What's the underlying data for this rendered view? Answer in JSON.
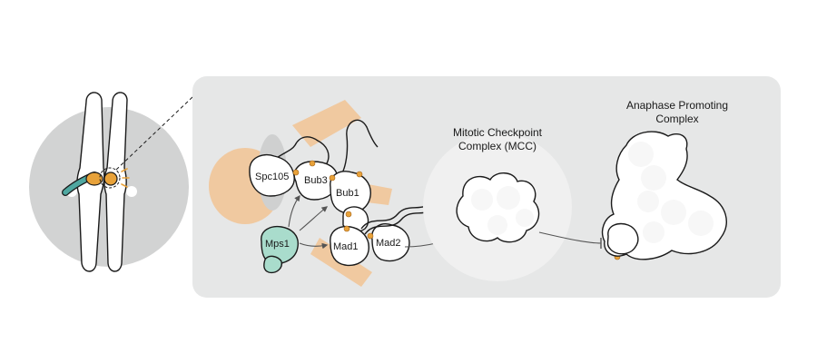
{
  "labels": {
    "spc105": "Spc105",
    "bub3": "Bub3",
    "bub1": "Bub1",
    "mps1": "Mps1",
    "mad1": "Mad1",
    "mad2": "Mad2",
    "mcc_line1": "Mitotic Checkpoint",
    "mcc_line2": "Complex (MCC)",
    "apc_line1": "Anaphase Promoting",
    "apc_line2": "Complex"
  },
  "colors": {
    "panel": "#e6e7e7",
    "circle_bg": "#d2d3d3",
    "mcc_halo": "#f0f0f0",
    "orange_bg": "#f0c9a0",
    "phospho": "#e8a23a",
    "mps1_fill": "#a9dccc",
    "kinetochore": "#4fa7a0"
  }
}
